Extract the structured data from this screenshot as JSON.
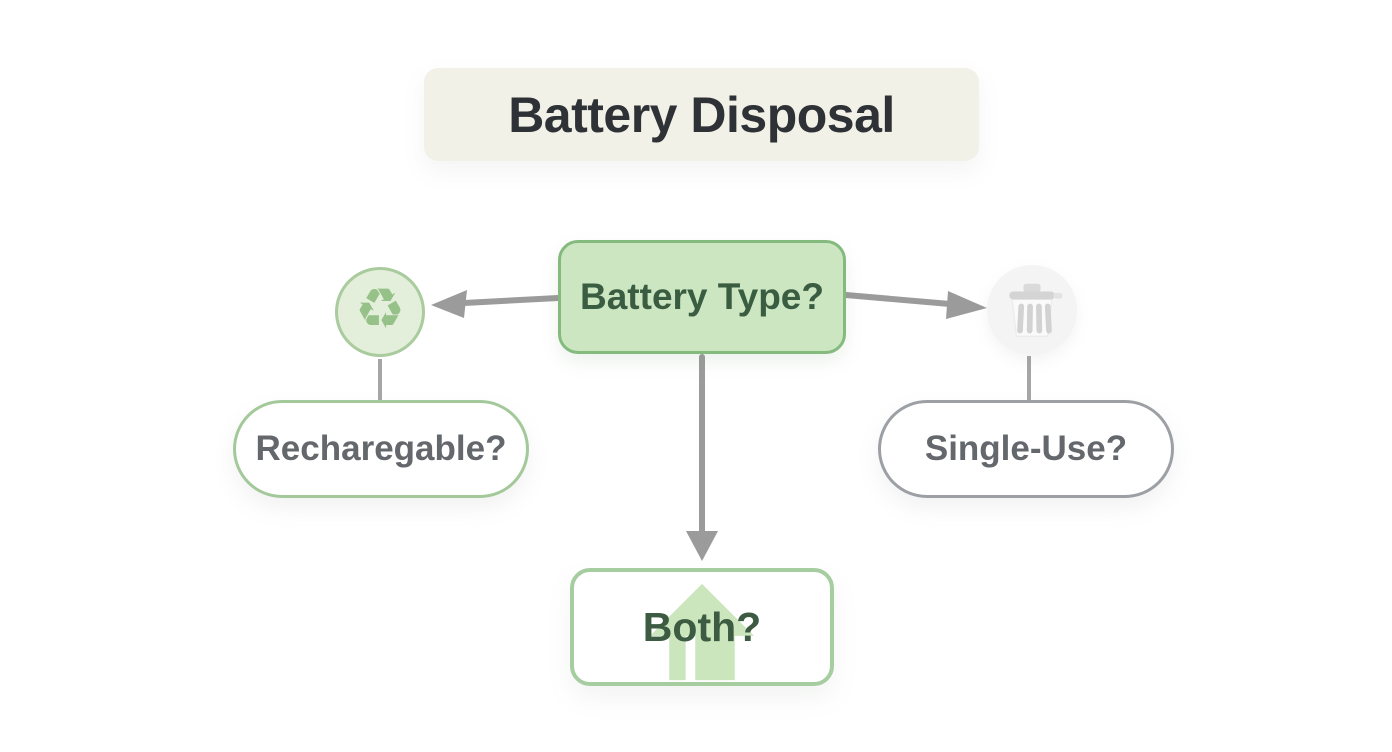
{
  "title": {
    "text": "Battery Disposal"
  },
  "diagram": {
    "root": {
      "label": "Battery Type?"
    },
    "branches": {
      "left": {
        "icon": "recycle-icon",
        "icon_glyph": "♻",
        "node_label": "Recharegable?"
      },
      "right": {
        "icon": "trash-icon",
        "node_label": "Single-Use?"
      },
      "bottom": {
        "icon": "home-icon",
        "node_label": "Both?"
      }
    }
  },
  "colors": {
    "background": "#ffffff",
    "banner_bg": "#f2f1e7",
    "banner_text": "#2e3136",
    "root_fill": "#cbe6c1",
    "root_border": "#85ba7f",
    "root_text": "#3a5c40",
    "green_accent": "#a3c99a",
    "gray_accent": "#9ca0a4",
    "pill_text": "#64686c",
    "both_text": "#3c5b42",
    "house_fill": "#cbe5bd",
    "arrow": "#9b9b9b"
  }
}
